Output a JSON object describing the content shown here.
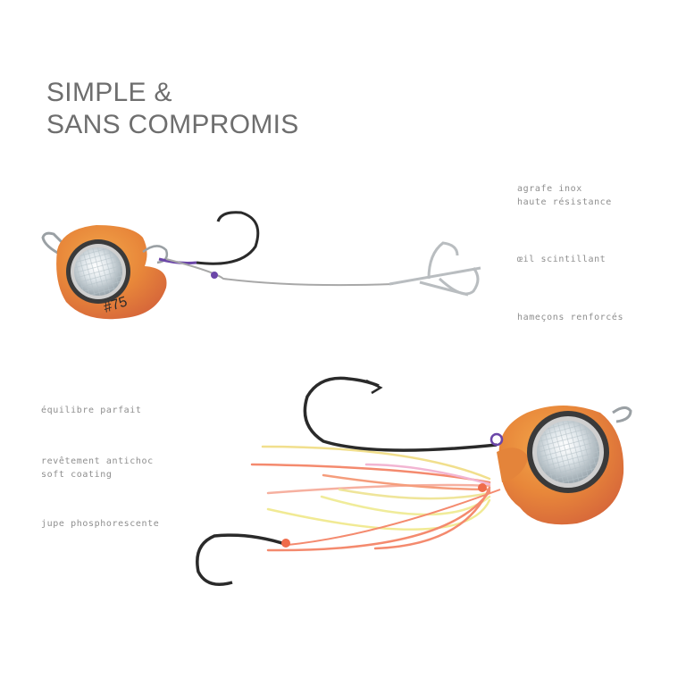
{
  "headline": {
    "line1": "SIMPLE &",
    "line2": "SANS COMPROMIS"
  },
  "features_right": [
    {
      "lines": [
        "agrafe inox",
        "haute résistance"
      ]
    },
    {
      "lines": [
        "œil scintillant"
      ]
    },
    {
      "lines": [
        "hameçons renforcés"
      ]
    }
  ],
  "features_left": [
    {
      "lines": [
        "équilibre parfait"
      ]
    },
    {
      "lines": [
        "revêtement antichoc",
        "soft coating"
      ]
    },
    {
      "lines": [
        "jupe phosphorescente"
      ]
    }
  ],
  "colors": {
    "background": "#ffffff",
    "text": "#8e8e8e",
    "headline": "#6e6e6e",
    "jig_body": "#e8873a",
    "hook": "#2a2a2a"
  },
  "products": [
    {
      "name": "jig-head-with-treble-hook",
      "marking": "#75"
    },
    {
      "name": "jig-head-with-skirt"
    }
  ]
}
